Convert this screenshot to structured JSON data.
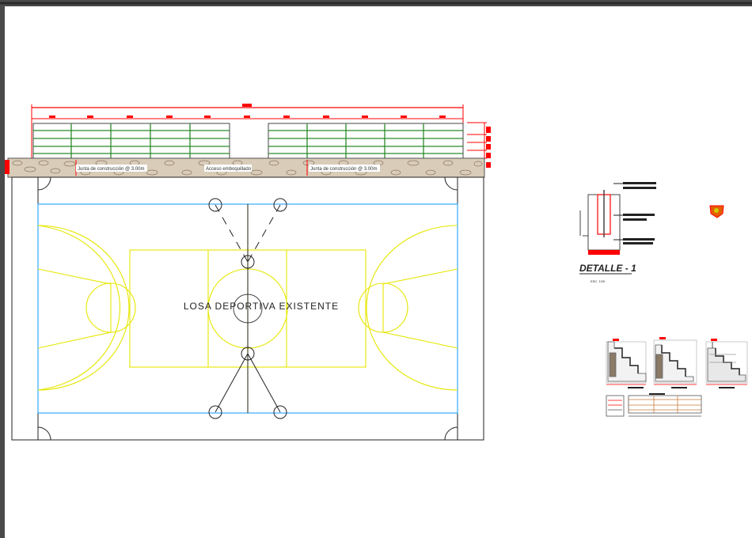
{
  "drawing": {
    "court_label": "LOSA DEPORTIVA EXISTENTE",
    "joint_left": "Junta de construcción @ 3.00m",
    "joint_right": "Junta de construcción @ 3.00m",
    "access_label": "Acceso emboquillado",
    "detail_title": "DETALLE - 1",
    "detail_scale": "ESC. 1/20"
  },
  "colors": {
    "background": "#ffffff",
    "court_lines": "#ffff33",
    "blue_lines": "#33aaff",
    "red_marks": "#ff0000",
    "green_rails": "#2a8a2a",
    "stone": "#d9ccb8"
  }
}
